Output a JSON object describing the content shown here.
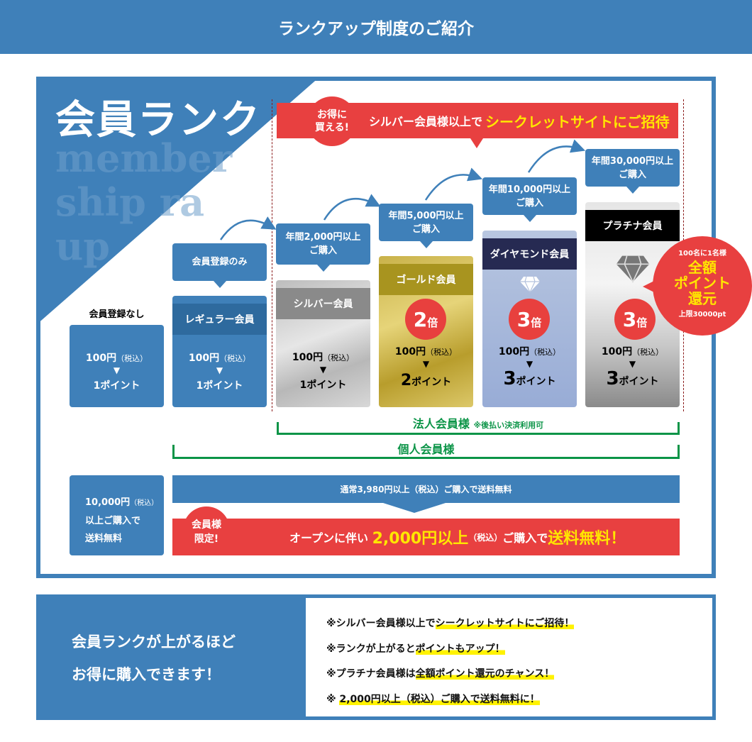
{
  "header": {
    "title": "ランクアップ制度のご紹介"
  },
  "panel": {
    "title": "会員ランク",
    "watermark": [
      "member",
      "ship ra",
      "up"
    ],
    "banner": {
      "badge": [
        "お得に",
        "買える!"
      ],
      "text": "シルバー会員様以上で",
      "highlight": "シークレットサイトにご招待"
    },
    "ranks": [
      {
        "label": "会員登録なし",
        "price": "100円",
        "tax": "（税込）",
        "arrow": "▼",
        "points_num": "1",
        "points_unit": "ポイント"
      },
      {
        "condition": "会員登録のみ",
        "name": "レギュラー会員",
        "price": "100円",
        "tax": "（税込）",
        "arrow": "▼",
        "points_num": "1",
        "points_unit": "ポイント"
      },
      {
        "condition": [
          "年間2,000円以上",
          "ご購入"
        ],
        "name": "シルバー会員",
        "price": "100円",
        "tax": "（税込）",
        "arrow": "▼",
        "points_num": "1",
        "points_unit": "ポイント"
      },
      {
        "condition": [
          "年間5,000円以上",
          "ご購入"
        ],
        "name": "ゴールド会員",
        "multiplier": "2",
        "mult_unit": "倍",
        "price": "100円",
        "tax": "（税込）",
        "arrow": "▼",
        "points_num": "2",
        "points_unit": "ポイント"
      },
      {
        "condition": [
          "年間10,000円以上",
          "ご購入"
        ],
        "name": "ダイヤモンド会員",
        "multiplier": "3",
        "mult_unit": "倍",
        "price": "100円",
        "tax": "（税込）",
        "arrow": "▼",
        "points_num": "3",
        "points_unit": "ポイント"
      },
      {
        "condition": [
          "年間30,000円以上",
          "ご購入"
        ],
        "name": "プラチナ会員",
        "multiplier": "3",
        "mult_unit": "倍",
        "price": "100円",
        "tax": "（税込）",
        "arrow": "▼",
        "points_num": "3",
        "points_unit": "ポイント"
      }
    ],
    "platinum_badge": {
      "top": "100名に1名様",
      "main": [
        "全額",
        "ポイント",
        "還元"
      ],
      "limit": "上限30000pt"
    },
    "corporate": {
      "label": "法人会員様",
      "note": "※後払い決済利用可"
    },
    "individual": {
      "label": "個人会員様"
    },
    "shipping": {
      "left": [
        "10,000円",
        "（税込）",
        "以上ご購入で",
        "送料無料"
      ],
      "normal": "通常3,980円以上（税込）ご購入で送料無料",
      "badge": [
        "会員様",
        "限定!"
      ],
      "promo_pre": "オープンに伴い",
      "promo_amount": "2,000円以上",
      "promo_tax": "（税込）",
      "promo_mid": "ご購入で",
      "promo_free": "送料無料！"
    }
  },
  "summary": {
    "headline": [
      "会員ランクが上がるほど",
      "お得に購入できます！"
    ],
    "notes": [
      {
        "pre": "※シルバー会員様以上で",
        "hl": "シークレットサイトにご招待！"
      },
      {
        "pre": "※ランクが上がると",
        "hl": "ポイントもアップ！"
      },
      {
        "pre": "※プラチナ会員様は",
        "hl": "全額ポイント還元のチャンス！"
      },
      {
        "pre": "※ ",
        "hl": "2,000円以上（税込）ご購入で送料無料に！"
      }
    ]
  },
  "colors": {
    "blue": "#3f80b9",
    "red": "#e84040",
    "yellow": "#ffe600",
    "green": "#0b9447"
  }
}
